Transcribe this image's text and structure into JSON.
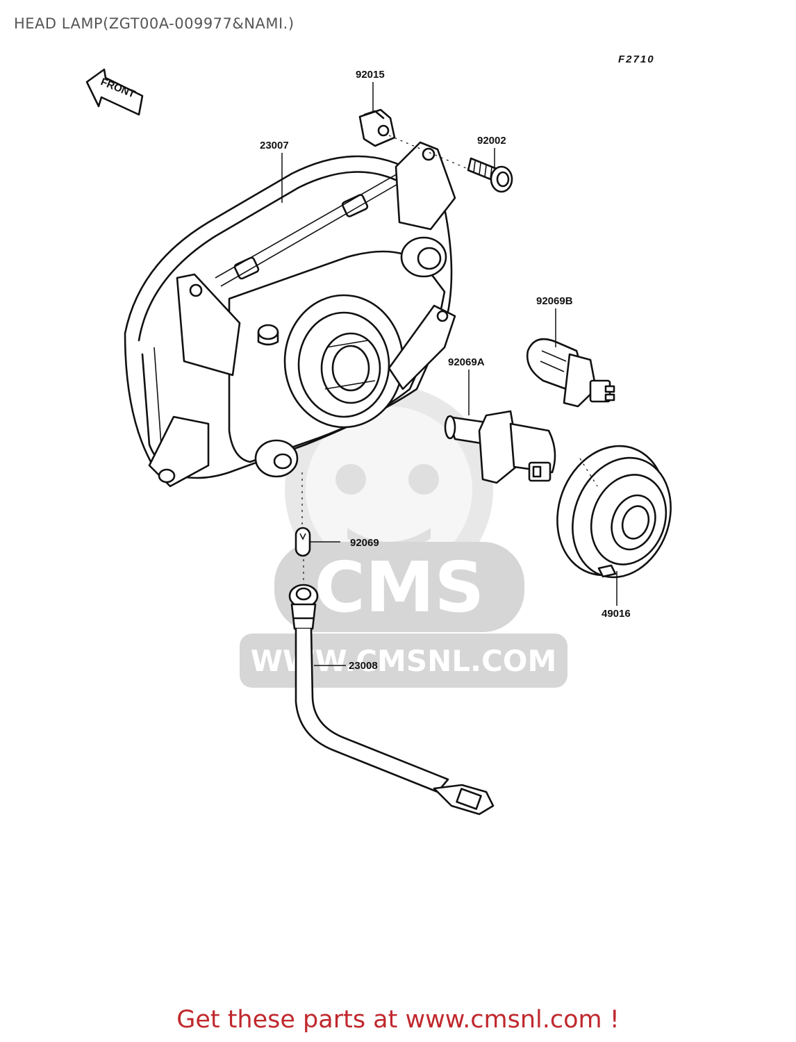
{
  "title": "HEAD LAMP(ZGT00A-009977&NAMI.)",
  "figure_code": "F2710",
  "front_arrow_label": "FRONT",
  "parts": {
    "p92015": "92015",
    "p92002": "92002",
    "p23007": "23007",
    "p92069B": "92069B",
    "p92069A": "92069A",
    "p92069": "92069",
    "p49016": "49016",
    "p23008": "23008"
  },
  "watermark": {
    "brand": "CMS",
    "url": "WWW.CMSNL.COM"
  },
  "cta": {
    "prefix": "Get these parts at ",
    "link": "www.cmsnl.com",
    "suffix": " !"
  },
  "colors": {
    "cta": "#c0282d",
    "title": "#555555",
    "watermark": "#d6d6d6"
  }
}
